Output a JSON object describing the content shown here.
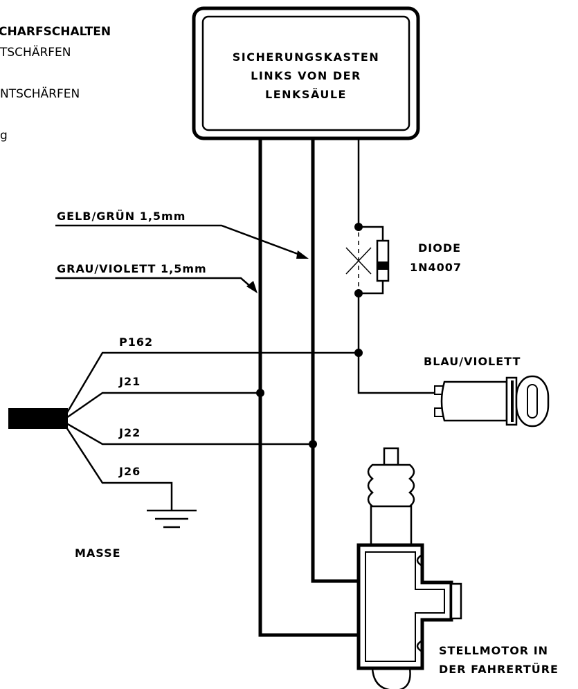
{
  "cut_off_text": {
    "line1": "CHARFSCHALTEN",
    "line2": "TSCHÄRFEN",
    "line3": "NTSCHÄRFEN",
    "line4": "g"
  },
  "fuse_box": {
    "line1": "SICHERUNGSKASTEN",
    "line2": "LINKS VON DER",
    "line3": "LENKSÄULE"
  },
  "wire_labels": {
    "yellow_green": "GELB/GRÜN 1,5mm",
    "grey_violet": "GRAU/VIOLETT 1,5mm",
    "blue_violet": "BLAU/VIOLETT"
  },
  "diode": {
    "line1": "DIODE",
    "line2": "1N4007"
  },
  "connector_pins": {
    "p162": "P162",
    "j21": "J21",
    "j22": "J22",
    "j26": "J26"
  },
  "ground": "MASSE",
  "actuator": {
    "line1": "STELLMOTOR IN",
    "line2": "DER FAHRERTÜRE"
  }
}
